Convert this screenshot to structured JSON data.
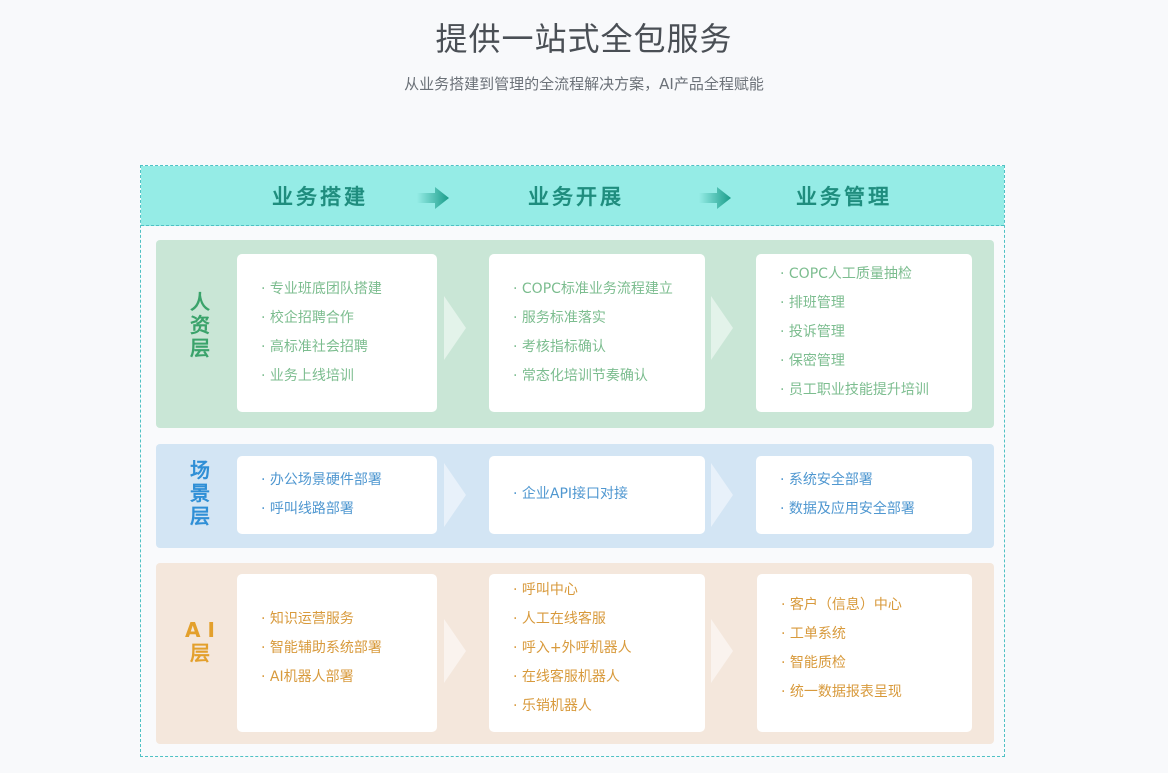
{
  "page": {
    "title": "提供一站式全包服务",
    "subtitle": "从业务搭建到管理的全流程解决方案，AI产品全程赋能"
  },
  "stages": [
    "业务搭建",
    "业务开展",
    "业务管理"
  ],
  "colors": {
    "header_bg": "#95ece6",
    "header_text": "#1f8d7e",
    "hr_layer": "#c9e6d6",
    "scene_layer": "#d3e5f4",
    "ai_layer": "#f4e7dc"
  },
  "layers": {
    "hr": {
      "name_lines": [
        "人",
        "资",
        "层"
      ],
      "columns": [
        [
          "专业班底团队搭建",
          "校企招聘合作",
          "高标准社会招聘",
          "业务上线培训"
        ],
        [
          "COPC标准业务流程建立",
          "服务标准落实",
          "考核指标确认",
          "常态化培训节奏确认"
        ],
        [
          "COPC人工质量抽检",
          "排班管理",
          "投诉管理",
          "保密管理",
          "员工职业技能提升培训"
        ]
      ]
    },
    "scene": {
      "name_lines": [
        "场",
        "景",
        "层"
      ],
      "columns": [
        [
          "办公场景硬件部署",
          "呼叫线路部署"
        ],
        [
          "企业API接口对接"
        ],
        [
          "系统安全部署",
          "数据及应用安全部署"
        ]
      ]
    },
    "ai": {
      "name_lines": [
        "A I",
        "层"
      ],
      "columns": [
        [
          "知识运营服务",
          "智能辅助系统部署",
          "AI机器人部署"
        ],
        [
          "呼叫中心",
          "人工在线客服",
          "呼入+外呼机器人",
          "在线客服机器人",
          "乐销机器人"
        ],
        [
          "客户（信息）中心",
          "工单系统",
          "智能质检",
          "统一数据报表呈现"
        ]
      ]
    }
  }
}
